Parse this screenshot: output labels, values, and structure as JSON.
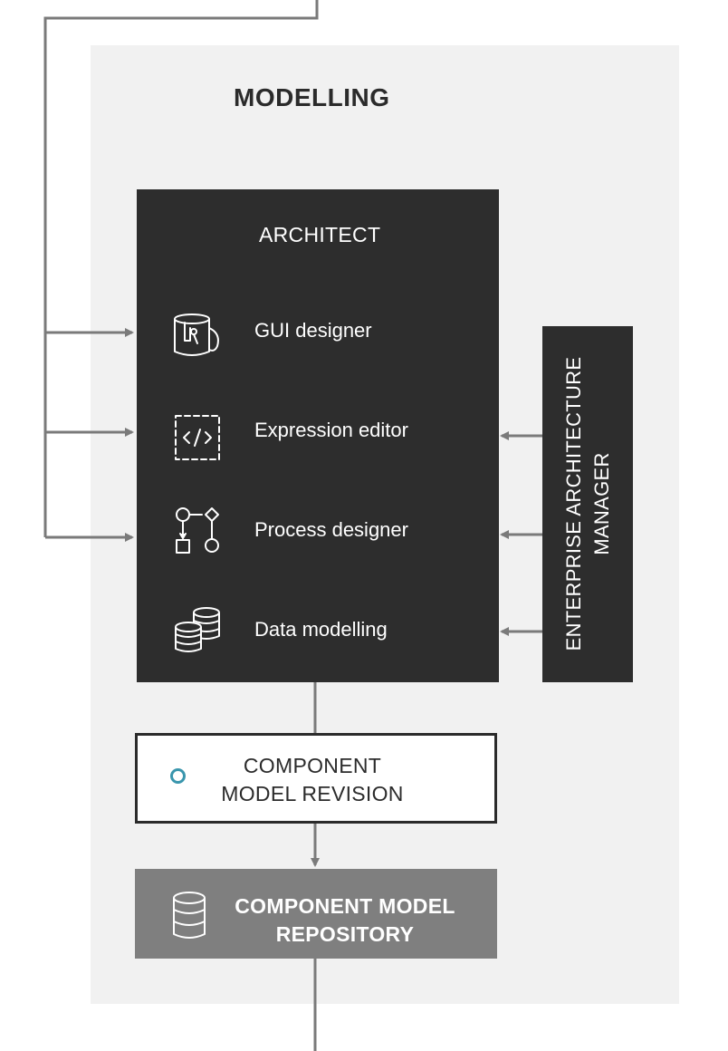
{
  "title": "MODELLING",
  "architect": {
    "title": "ARCHITECT",
    "tools": [
      {
        "label": "GUI designer",
        "icon": "paint-bucket-icon"
      },
      {
        "label": "Expression editor",
        "icon": "code-tag-icon"
      },
      {
        "label": "Process designer",
        "icon": "flowchart-icon"
      },
      {
        "label": "Data modelling",
        "icon": "database-stack-icon"
      }
    ]
  },
  "eam": {
    "line1": "ENTERPRISE ARCHITECTURE",
    "line2": "MANAGER"
  },
  "component_model_revision": {
    "line1": "COMPONENT",
    "line2": "MODEL REVISION",
    "icon": "circle-icon"
  },
  "repository": {
    "line1": "COMPONENT MODEL",
    "line2": "REPOSITORY",
    "icon": "database-icon"
  },
  "colors": {
    "panel": "#f1f1f1",
    "dark_box": "#2d2d2d",
    "repository": "#7f7f7f",
    "connector": "#7a7a7a",
    "accent": "#3a96ad"
  }
}
